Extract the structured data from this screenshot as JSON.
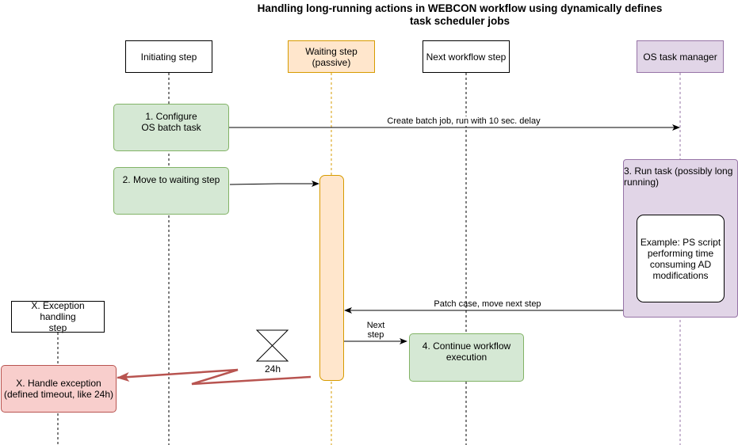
{
  "title": "Handling long-running actions in WEBCON workflow using dynamically defines task scheduler jobs",
  "title_lines": [
    "Handling long-running actions in WEBCON workflow using dynamically defines",
    "task scheduler jobs"
  ],
  "lifelines": {
    "initiating": "Initiating step",
    "waiting_line1": "Waiting step",
    "waiting_line2": "(passive)",
    "next": "Next workflow step",
    "os": "OS task manager",
    "exception_line1": "X. Exception handling",
    "exception_line2": "step"
  },
  "activities": {
    "configure_line1": "1. Configure",
    "configure_line2": "OS batch task",
    "move_waiting": "2. Move to waiting step",
    "run_task_line1": "3. Run task (possibly long",
    "run_task_line2": "running)",
    "example_line1": "Example: PS script",
    "example_line2": "performing time",
    "example_line3": "consuming AD",
    "example_line4": "modifications",
    "continue_line1": "4. Continue workflow",
    "continue_line2": "execution",
    "handle_exc_line1": "X. Handle exception",
    "handle_exc_line2": "(defined timeout, like 24h)"
  },
  "messages": {
    "create_batch": "Create batch job, run with 10 sec. delay",
    "patch_case": "Patch case, move next step",
    "next_step_line1": "Next",
    "next_step_line2": "step",
    "timer": "24h"
  },
  "colors": {
    "green_fill": "#d5e8d4",
    "green_stroke": "#82b366",
    "orange_fill": "#ffe6cc",
    "orange_stroke": "#d79b00",
    "purple_fill": "#e1d5e7",
    "purple_stroke": "#9673a6",
    "red_fill": "#f8cecc",
    "red_stroke": "#b85450"
  }
}
